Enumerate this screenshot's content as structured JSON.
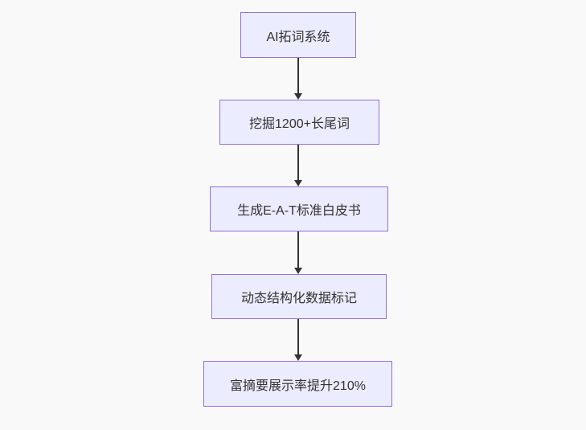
{
  "diagram": {
    "type": "flowchart",
    "direction": "top-down",
    "nodes": [
      {
        "id": "n1",
        "label": "AI拓词系统"
      },
      {
        "id": "n2",
        "label": "挖掘1200+长尾词"
      },
      {
        "id": "n3",
        "label": "生成E-A-T标准白皮书"
      },
      {
        "id": "n4",
        "label": "动态结构化数据标记"
      },
      {
        "id": "n5",
        "label": "富摘要展示率提升210%"
      }
    ],
    "edges": [
      {
        "from": "n1",
        "to": "n2"
      },
      {
        "from": "n2",
        "to": "n3"
      },
      {
        "from": "n3",
        "to": "n4"
      },
      {
        "from": "n4",
        "to": "n5"
      }
    ],
    "colors": {
      "background": "#f9f9f9",
      "node_fill": "#ECECFF",
      "node_border": "#9370DB",
      "arrow": "#333333",
      "text": "#333333"
    }
  }
}
